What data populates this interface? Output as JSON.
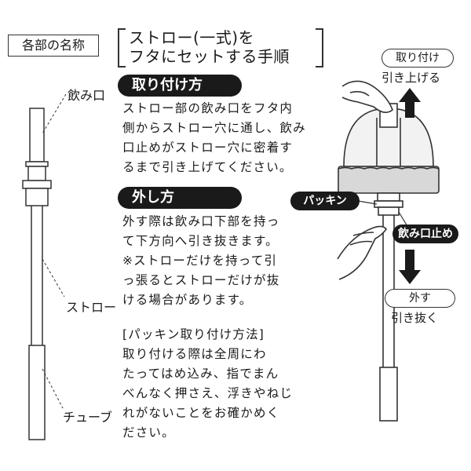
{
  "parts_header": "各部の名称",
  "title": {
    "line1": "ストロー(一式)を",
    "line2": "フタにセットする手順"
  },
  "attach": {
    "label": "取り付け方",
    "lines": [
      "ストロー部の飲み口をフタ内",
      "側からストロー穴に通し、飲み",
      "口止めがストロー穴に密着す",
      "るまで引き上げてください。"
    ]
  },
  "remove": {
    "label": "外し方",
    "lines": [
      "外す際は飲み口下部を持っ",
      "て下方向へ引き抜きます。",
      "※ストローだけを持って引",
      "っ張るとストローだけが抜",
      "ける場合があります。"
    ]
  },
  "packing": {
    "lines": [
      "[パッキン取り付け方法]",
      "取り付ける際は全周にわ",
      "たってはめ込み、指でまん",
      "べんなく押さえ、浮きやねじ",
      "れがないことをお確かめく",
      "ださい。"
    ]
  },
  "parts": {
    "mouthpiece": "飲み口",
    "straw": "ストロー",
    "tube": "チューブ"
  },
  "diagram": {
    "attach_tag": "取り付け",
    "pull_up": "引き上げる",
    "packing_tag": "パッキン",
    "stopper_tag": "飲み口止め",
    "remove_tag": "外す",
    "pull_out": "引き抜く"
  }
}
